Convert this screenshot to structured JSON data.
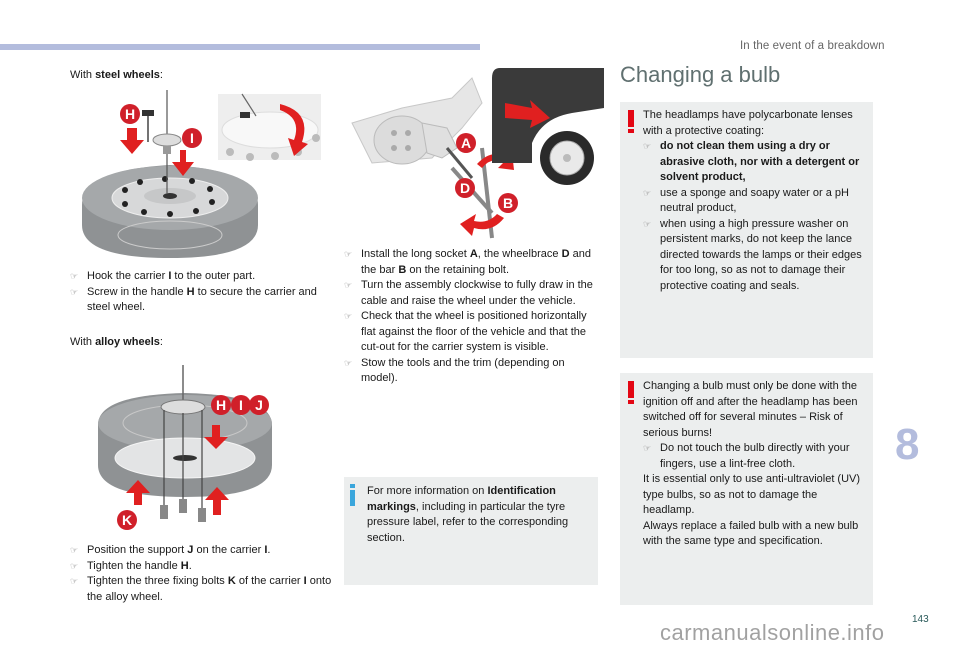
{
  "header": {
    "running_head": "In the event of a breakdown"
  },
  "left_column": {
    "steel_heading_prefix": "With ",
    "steel_heading_bold": "steel wheels",
    "steel_heading_suffix": ":",
    "steel_labels": [
      "H",
      "I"
    ],
    "steel_steps": [
      {
        "parts": [
          "Hook the carrier ",
          "I",
          " to the outer part."
        ]
      },
      {
        "parts": [
          "Screw in the handle ",
          "H",
          " to secure the carrier and steel wheel."
        ]
      }
    ],
    "alloy_heading_prefix": "With ",
    "alloy_heading_bold": "alloy wheels",
    "alloy_heading_suffix": ":",
    "alloy_labels": [
      "H",
      "I",
      "J",
      "K"
    ],
    "alloy_steps": [
      {
        "parts": [
          "Position the support ",
          "J",
          " on the carrier ",
          "I",
          "."
        ]
      },
      {
        "parts": [
          "Tighten the handle ",
          "H",
          "."
        ]
      },
      {
        "parts": [
          "Tighten the three fixing bolts ",
          "K",
          " of the carrier ",
          "I",
          " onto the alloy wheel."
        ]
      }
    ]
  },
  "middle_column": {
    "labels": [
      "A",
      "D",
      "B"
    ],
    "steps": [
      {
        "parts": [
          "Install the long socket ",
          "A",
          ", the wheelbrace ",
          "D",
          " and the bar ",
          "B",
          " on the retaining bolt."
        ]
      },
      {
        "parts": [
          "Turn the assembly clockwise to fully draw in the cable and raise the wheel under the vehicle."
        ]
      },
      {
        "parts": [
          "Check that the wheel is positioned horizontally flat against the floor of the vehicle and that the cut-out for the carrier system is visible."
        ]
      },
      {
        "parts": [
          "Stow the tools and the trim (depending on model)."
        ]
      }
    ],
    "info_box": {
      "prefix": "For more information on ",
      "bold": "Identification markings",
      "suffix": ", including in particular the tyre pressure label, refer to the corresponding section."
    }
  },
  "right_column": {
    "title": "Changing a bulb",
    "warning1": {
      "intro": "The headlamps have polycarbonate lenses with a protective coating:",
      "items": [
        {
          "text": "do not clean them using a dry or abrasive cloth, nor with a detergent or solvent product,",
          "bold": true
        },
        {
          "text": "use a sponge and soapy water or a pH neutral product,",
          "bold": false
        },
        {
          "text": "when using a high pressure washer on persistent marks, do not keep the lance directed towards the lamps or their edges for too long, so as not to damage their protective coating and seals.",
          "bold": false
        }
      ]
    },
    "warning2": {
      "intro": "Changing a bulb must only be done with the ignition off and after the headlamp has been switched off for several minutes – Risk of serious burns!",
      "items": [
        {
          "text": "Do not touch the bulb directly with your fingers, use a lint-free cloth."
        }
      ],
      "para1": "It is essential only to use anti-ultraviolet (UV) type bulbs, so as not to damage the headlamp.",
      "para2": "Always replace a failed bulb with a new bulb with the same type and specification."
    }
  },
  "side": {
    "chapter_number": "8",
    "page_number": "143",
    "watermark": "carmanualsonline.info"
  },
  "colors": {
    "accent_bar": "#b3bcdd",
    "warning_red": "#e30613",
    "info_blue": "#3aa6dc",
    "label_red": "#d0202a",
    "box_bg": "#eceeee",
    "title_color": "#607070"
  },
  "bullet_glyph": "☞"
}
